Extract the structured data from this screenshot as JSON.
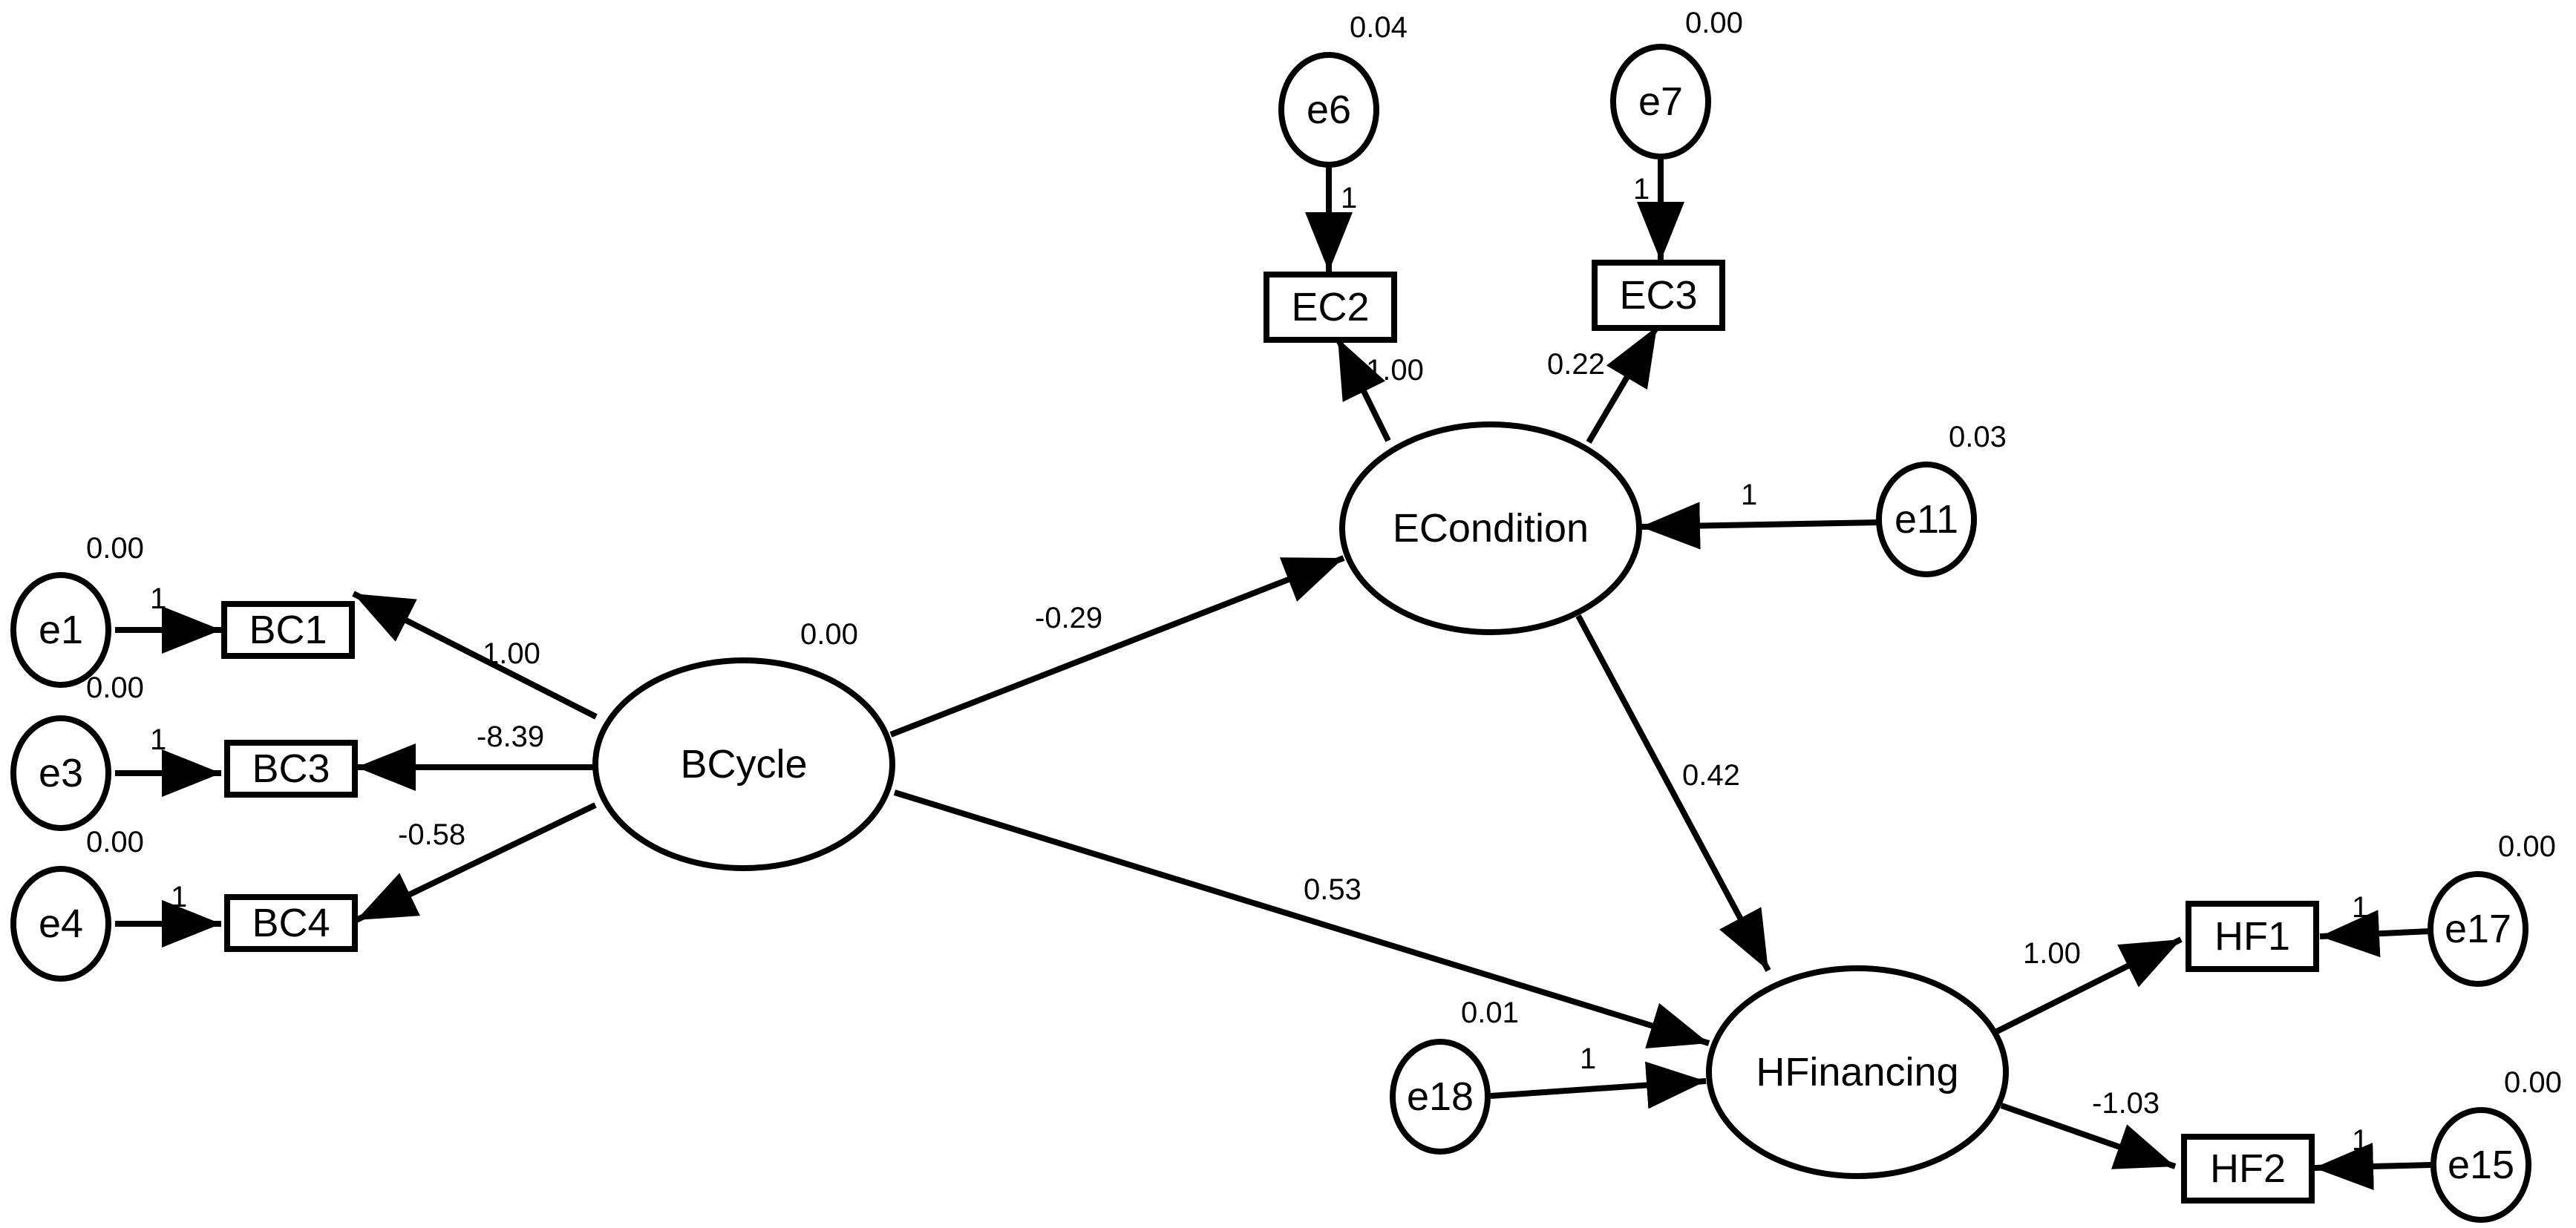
{
  "diagram": {
    "latents": [
      {
        "id": "BCycle",
        "label": "BCycle",
        "variance": "0.00"
      },
      {
        "id": "ECondition",
        "label": "ECondition"
      },
      {
        "id": "HFinancing",
        "label": "HFinancing"
      }
    ],
    "observed": [
      {
        "id": "BC1",
        "label": "BC1"
      },
      {
        "id": "BC3",
        "label": "BC3"
      },
      {
        "id": "BC4",
        "label": "BC4"
      },
      {
        "id": "EC2",
        "label": "EC2"
      },
      {
        "id": "EC3",
        "label": "EC3"
      },
      {
        "id": "HF1",
        "label": "HF1"
      },
      {
        "id": "HF2",
        "label": "HF2"
      }
    ],
    "errors": [
      {
        "id": "e1",
        "label": "e1",
        "variance": "0.00",
        "path": "1"
      },
      {
        "id": "e3",
        "label": "e3",
        "variance": "0.00",
        "path": "1"
      },
      {
        "id": "e4",
        "label": "e4",
        "variance": "0.00",
        "path": "1"
      },
      {
        "id": "e6",
        "label": "e6",
        "variance": "0.04",
        "path": "1"
      },
      {
        "id": "e7",
        "label": "e7",
        "variance": "0.00",
        "path": "1"
      },
      {
        "id": "e11",
        "label": "e11",
        "variance": "0.03",
        "path": "1"
      },
      {
        "id": "e17",
        "label": "e17",
        "variance": "0.00",
        "path": "1"
      },
      {
        "id": "e15",
        "label": "e15",
        "variance": "0.00",
        "path": "1"
      },
      {
        "id": "e18",
        "label": "e18",
        "variance": "0.01",
        "path": "1"
      }
    ],
    "paths": [
      {
        "from": "BCycle",
        "to": "BC1",
        "coef": "1.00"
      },
      {
        "from": "BCycle",
        "to": "BC3",
        "coef": "-8.39"
      },
      {
        "from": "BCycle",
        "to": "BC4",
        "coef": "-0.58"
      },
      {
        "from": "BCycle",
        "to": "ECondition",
        "coef": "-0.29"
      },
      {
        "from": "BCycle",
        "to": "HFinancing",
        "coef": "0.53"
      },
      {
        "from": "ECondition",
        "to": "EC2",
        "coef": "1.00"
      },
      {
        "from": "ECondition",
        "to": "EC3",
        "coef": "0.22"
      },
      {
        "from": "ECondition",
        "to": "HFinancing",
        "coef": "0.42"
      },
      {
        "from": "HFinancing",
        "to": "HF1",
        "coef": "1.00"
      },
      {
        "from": "HFinancing",
        "to": "HF2",
        "coef": "-1.03"
      }
    ]
  }
}
